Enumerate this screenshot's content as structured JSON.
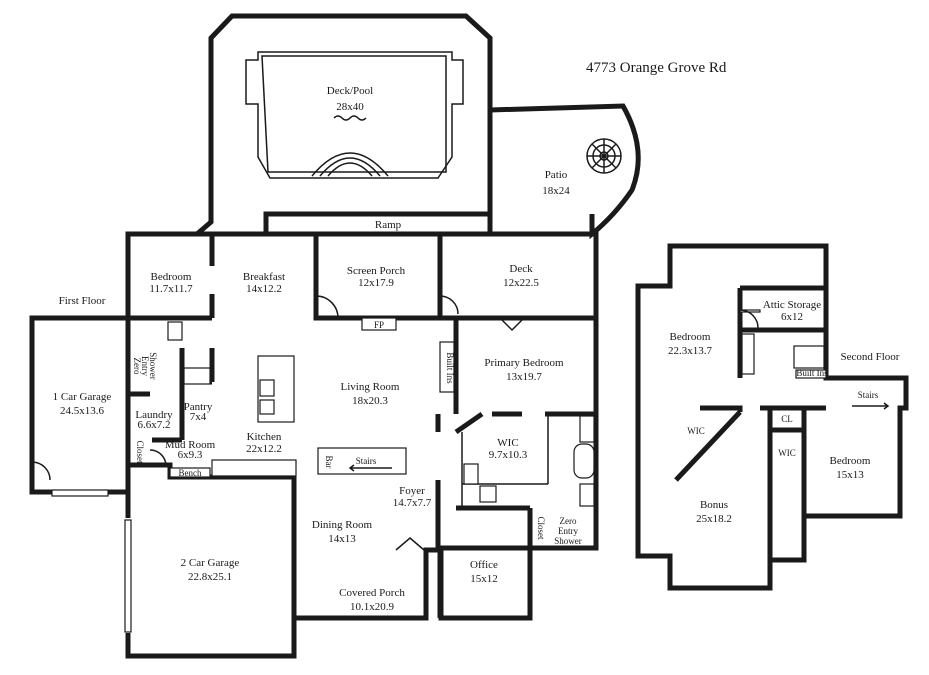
{
  "title": "4773 Orange Grove Rd",
  "floors": {
    "first": "First Floor",
    "second": "Second Floor"
  },
  "rooms": {
    "deck_pool": {
      "name": "Deck/Pool",
      "size": "28x40"
    },
    "patio": {
      "name": "Patio",
      "size": "18x24"
    },
    "ramp": {
      "name": "Ramp"
    },
    "bedroom1": {
      "name": "Bedroom",
      "size": "11.7x11.7"
    },
    "breakfast": {
      "name": "Breakfast",
      "size": "14x12.2"
    },
    "screen_porch": {
      "name": "Screen Porch",
      "size": "12x17.9"
    },
    "deck": {
      "name": "Deck",
      "size": "12x22.5"
    },
    "garage1": {
      "name": "1 Car Garage",
      "size": "24.5x13.6"
    },
    "living": {
      "name": "Living Room",
      "size": "18x20.3"
    },
    "primary": {
      "name": "Primary Bedroom",
      "size": "13x19.7"
    },
    "laundry": {
      "name": "Laundry",
      "size": "6.6x7.2"
    },
    "pantry": {
      "name": "Pantry",
      "size": "7x4"
    },
    "mud": {
      "name": "Mud Room",
      "size": "6x9.3"
    },
    "kitchen": {
      "name": "Kitchen",
      "size": "22x12.2"
    },
    "wic1": {
      "name": "WIC",
      "size": "9.7x10.3"
    },
    "foyer": {
      "name": "Foyer",
      "size": "14.7x7.7"
    },
    "dining": {
      "name": "Dining Room",
      "size": "14x13"
    },
    "garage2": {
      "name": "2 Car Garage",
      "size": "22.8x25.1"
    },
    "office": {
      "name": "Office",
      "size": "15x12"
    },
    "covered_porch": {
      "name": "Covered Porch",
      "size": "10.1x20.9"
    },
    "bedroom2": {
      "name": "Bedroom",
      "size": "22.3x13.7"
    },
    "attic": {
      "name": "Attic Storage",
      "size": "6x12"
    },
    "bonus": {
      "name": "Bonus",
      "size": "25x18.2"
    },
    "bedroom3": {
      "name": "Bedroom",
      "size": "15x13"
    }
  },
  "labels": {
    "fp": "FP",
    "built_ins": "Built Ins",
    "built_ins_short": "Built Ins",
    "stairs": "Stairs",
    "bar": "Bar",
    "closet": "Closet",
    "bench": "Bench",
    "cl": "CL",
    "wic": "WIC",
    "zero_entry_shower_line1": "Zero",
    "zero_entry_shower_line2": "Entry",
    "zero_entry_shower_line3": "Shower"
  }
}
